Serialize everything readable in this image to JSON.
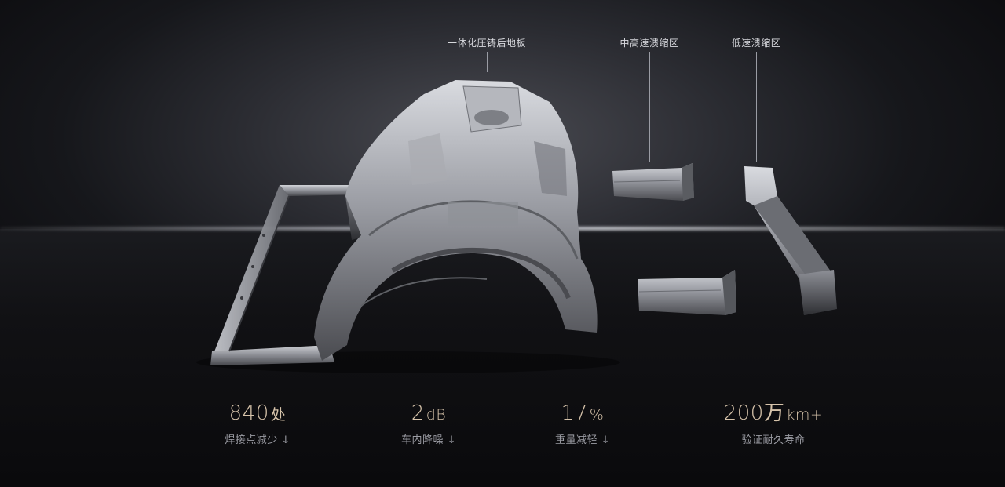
{
  "callouts": {
    "rear_floor": "一体化压铸后地板",
    "mid_high_crumple": "中高速溃缩区",
    "low_crumple": "低速溃缩区"
  },
  "stats": [
    {
      "value": "840",
      "unit": "处",
      "label": "焊接点减少",
      "arrow": "↓"
    },
    {
      "value": "2",
      "unit": "dB",
      "label": "车内降噪",
      "arrow": "↓"
    },
    {
      "value": "17",
      "unit": "%",
      "label": "重量减轻",
      "arrow": "↓"
    },
    {
      "value": "200万",
      "unit": "km+",
      "label": "验证耐久寿命",
      "arrow": ""
    }
  ],
  "colors": {
    "stat_value": "#d6c3aa",
    "stat_label": "#9b9ca3",
    "callout_text": "#d9dadf"
  }
}
